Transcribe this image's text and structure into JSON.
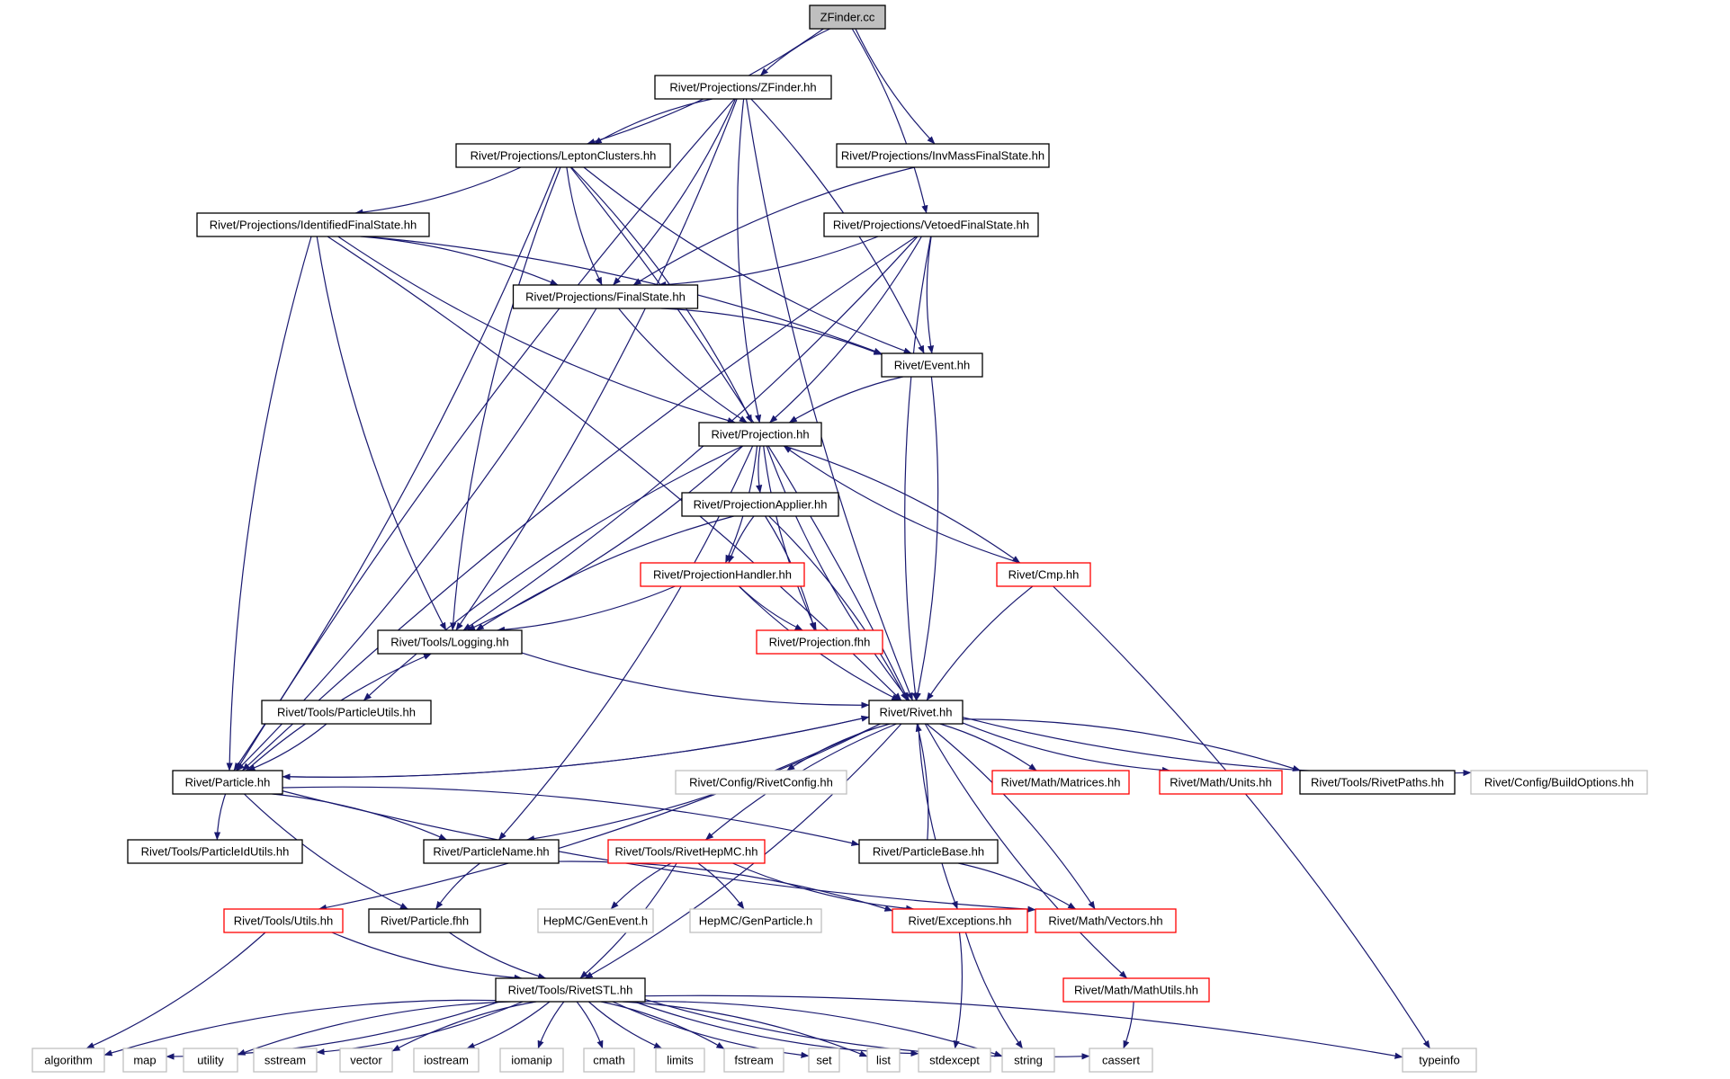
{
  "diagram": {
    "type": "include-dependency-graph",
    "colors": {
      "edge": "#191970",
      "node_default_border": "#000000",
      "node_error_border": "#ff0000",
      "node_external_border": "#bfbfbf",
      "root_fill": "#bfbfbf",
      "background": "#ffffff"
    },
    "nodes": [
      {
        "id": "zfinder_cc",
        "label": "ZFinder.cc",
        "kind": "root"
      },
      {
        "id": "zfinder_hh",
        "label": "Rivet/Projections/ZFinder.hh",
        "kind": "normal"
      },
      {
        "id": "leptonclusters",
        "label": "Rivet/Projections/LeptonClusters.hh",
        "kind": "normal"
      },
      {
        "id": "invmass",
        "label": "Rivet/Projections/InvMassFinalState.hh",
        "kind": "normal"
      },
      {
        "id": "identified",
        "label": "Rivet/Projections/IdentifiedFinalState.hh",
        "kind": "normal"
      },
      {
        "id": "vetoed",
        "label": "Rivet/Projections/VetoedFinalState.hh",
        "kind": "normal"
      },
      {
        "id": "finalstate",
        "label": "Rivet/Projections/FinalState.hh",
        "kind": "normal"
      },
      {
        "id": "event",
        "label": "Rivet/Event.hh",
        "kind": "normal"
      },
      {
        "id": "projection",
        "label": "Rivet/Projection.hh",
        "kind": "normal"
      },
      {
        "id": "projapplier",
        "label": "Rivet/ProjectionApplier.hh",
        "kind": "normal"
      },
      {
        "id": "projhandler",
        "label": "Rivet/ProjectionHandler.hh",
        "kind": "error"
      },
      {
        "id": "cmp",
        "label": "Rivet/Cmp.hh",
        "kind": "error"
      },
      {
        "id": "logging",
        "label": "Rivet/Tools/Logging.hh",
        "kind": "normal"
      },
      {
        "id": "projfhh",
        "label": "Rivet/Projection.fhh",
        "kind": "error"
      },
      {
        "id": "particleutils",
        "label": "Rivet/Tools/ParticleUtils.hh",
        "kind": "normal"
      },
      {
        "id": "rivet",
        "label": "Rivet/Rivet.hh",
        "kind": "normal"
      },
      {
        "id": "particle",
        "label": "Rivet/Particle.hh",
        "kind": "normal"
      },
      {
        "id": "rivetconfig",
        "label": "Rivet/Config/RivetConfig.hh",
        "kind": "external"
      },
      {
        "id": "matrices",
        "label": "Rivet/Math/Matrices.hh",
        "kind": "error"
      },
      {
        "id": "units",
        "label": "Rivet/Math/Units.hh",
        "kind": "error"
      },
      {
        "id": "rivetpaths",
        "label": "Rivet/Tools/RivetPaths.hh",
        "kind": "normal"
      },
      {
        "id": "buildoptions",
        "label": "Rivet/Config/BuildOptions.hh",
        "kind": "external"
      },
      {
        "id": "pidutils",
        "label": "Rivet/Tools/ParticleIdUtils.hh",
        "kind": "normal"
      },
      {
        "id": "particlename",
        "label": "Rivet/ParticleName.hh",
        "kind": "normal"
      },
      {
        "id": "rivethepmc",
        "label": "Rivet/Tools/RivetHepMC.hh",
        "kind": "error"
      },
      {
        "id": "particlebase",
        "label": "Rivet/ParticleBase.hh",
        "kind": "normal"
      },
      {
        "id": "utils",
        "label": "Rivet/Tools/Utils.hh",
        "kind": "error"
      },
      {
        "id": "particlefhh",
        "label": "Rivet/Particle.fhh",
        "kind": "normal"
      },
      {
        "id": "genevent",
        "label": "HepMC/GenEvent.h",
        "kind": "external"
      },
      {
        "id": "genparticle",
        "label": "HepMC/GenParticle.h",
        "kind": "external"
      },
      {
        "id": "exceptions",
        "label": "Rivet/Exceptions.hh",
        "kind": "error"
      },
      {
        "id": "vectors",
        "label": "Rivet/Math/Vectors.hh",
        "kind": "error"
      },
      {
        "id": "mathutils",
        "label": "Rivet/Math/MathUtils.hh",
        "kind": "error"
      },
      {
        "id": "rivetstl",
        "label": "Rivet/Tools/RivetSTL.hh",
        "kind": "normal"
      },
      {
        "id": "algorithm",
        "label": "algorithm",
        "kind": "external"
      },
      {
        "id": "map",
        "label": "map",
        "kind": "external"
      },
      {
        "id": "utility",
        "label": "utility",
        "kind": "external"
      },
      {
        "id": "sstream",
        "label": "sstream",
        "kind": "external"
      },
      {
        "id": "vector",
        "label": "vector",
        "kind": "external"
      },
      {
        "id": "iostream",
        "label": "iostream",
        "kind": "external"
      },
      {
        "id": "iomanip",
        "label": "iomanip",
        "kind": "external"
      },
      {
        "id": "cmath",
        "label": "cmath",
        "kind": "external"
      },
      {
        "id": "limits",
        "label": "limits",
        "kind": "external"
      },
      {
        "id": "fstream",
        "label": "fstream",
        "kind": "external"
      },
      {
        "id": "set",
        "label": "set",
        "kind": "external"
      },
      {
        "id": "list",
        "label": "list",
        "kind": "external"
      },
      {
        "id": "stdexcept",
        "label": "stdexcept",
        "kind": "external"
      },
      {
        "id": "string",
        "label": "string",
        "kind": "external"
      },
      {
        "id": "cassert",
        "label": "cassert",
        "kind": "external"
      },
      {
        "id": "typeinfo",
        "label": "typeinfo",
        "kind": "external"
      }
    ],
    "edges": [
      [
        "zfinder_cc",
        "zfinder_hh"
      ],
      [
        "zfinder_cc",
        "leptonclusters"
      ],
      [
        "zfinder_cc",
        "invmass"
      ],
      [
        "zfinder_cc",
        "vetoed"
      ],
      [
        "zfinder_hh",
        "leptonclusters"
      ],
      [
        "zfinder_hh",
        "finalstate"
      ],
      [
        "zfinder_hh",
        "projection"
      ],
      [
        "zfinder_hh",
        "event"
      ],
      [
        "zfinder_hh",
        "rivet"
      ],
      [
        "zfinder_hh",
        "logging"
      ],
      [
        "zfinder_hh",
        "particle"
      ],
      [
        "leptonclusters",
        "identified"
      ],
      [
        "leptonclusters",
        "finalstate"
      ],
      [
        "leptonclusters",
        "projection"
      ],
      [
        "leptonclusters",
        "event"
      ],
      [
        "leptonclusters",
        "rivet"
      ],
      [
        "leptonclusters",
        "logging"
      ],
      [
        "leptonclusters",
        "particle"
      ],
      [
        "invmass",
        "finalstate"
      ],
      [
        "identified",
        "finalstate"
      ],
      [
        "identified",
        "projection"
      ],
      [
        "identified",
        "event"
      ],
      [
        "identified",
        "logging"
      ],
      [
        "identified",
        "rivet"
      ],
      [
        "identified",
        "particle"
      ],
      [
        "vetoed",
        "finalstate"
      ],
      [
        "vetoed",
        "event"
      ],
      [
        "vetoed",
        "projection"
      ],
      [
        "vetoed",
        "rivet"
      ],
      [
        "vetoed",
        "logging"
      ],
      [
        "vetoed",
        "particle"
      ],
      [
        "finalstate",
        "event"
      ],
      [
        "finalstate",
        "projection"
      ],
      [
        "finalstate",
        "particle"
      ],
      [
        "event",
        "projection"
      ],
      [
        "event",
        "rivet"
      ],
      [
        "projection",
        "projapplier"
      ],
      [
        "projection",
        "projhandler"
      ],
      [
        "projection",
        "projfhh"
      ],
      [
        "projection",
        "logging"
      ],
      [
        "projection",
        "rivet"
      ],
      [
        "projection",
        "cmp"
      ],
      [
        "projection",
        "particleutils"
      ],
      [
        "projection",
        "particlename"
      ],
      [
        "projapplier",
        "projhandler"
      ],
      [
        "projapplier",
        "projfhh"
      ],
      [
        "projapplier",
        "logging"
      ],
      [
        "projapplier",
        "rivet"
      ],
      [
        "projhandler",
        "projfhh"
      ],
      [
        "projhandler",
        "logging"
      ],
      [
        "projhandler",
        "rivet"
      ],
      [
        "cmp",
        "projection"
      ],
      [
        "cmp",
        "rivet"
      ],
      [
        "cmp",
        "typeinfo"
      ],
      [
        "logging",
        "rivet"
      ],
      [
        "particleutils",
        "particle"
      ],
      [
        "particle",
        "rivet"
      ],
      [
        "particle",
        "logging"
      ],
      [
        "particle",
        "pidutils"
      ],
      [
        "particle",
        "particlename"
      ],
      [
        "particle",
        "particlefhh"
      ],
      [
        "particle",
        "particlebase"
      ],
      [
        "particle",
        "vectors"
      ],
      [
        "rivet",
        "particle"
      ],
      [
        "rivet",
        "rivetconfig"
      ],
      [
        "rivet",
        "matrices"
      ],
      [
        "rivet",
        "units"
      ],
      [
        "rivet",
        "rivetpaths"
      ],
      [
        "rivet",
        "buildoptions"
      ],
      [
        "rivet",
        "particlename"
      ],
      [
        "rivet",
        "rivethepmc"
      ],
      [
        "rivet",
        "utils"
      ],
      [
        "rivet",
        "exceptions"
      ],
      [
        "rivet",
        "vectors"
      ],
      [
        "rivet",
        "mathutils"
      ],
      [
        "rivet",
        "rivetstl"
      ],
      [
        "particlename",
        "particlefhh"
      ],
      [
        "particlename",
        "exceptions"
      ],
      [
        "rivethepmc",
        "genevent"
      ],
      [
        "rivethepmc",
        "genparticle"
      ],
      [
        "rivethepmc",
        "exceptions"
      ],
      [
        "rivethepmc",
        "rivetstl"
      ],
      [
        "particlebase",
        "rivet"
      ],
      [
        "particlebase",
        "vectors"
      ],
      [
        "utils",
        "rivetstl"
      ],
      [
        "utils",
        "algorithm"
      ],
      [
        "particlefhh",
        "rivetstl"
      ],
      [
        "exceptions",
        "stdexcept"
      ],
      [
        "exceptions",
        "string"
      ],
      [
        "mathutils",
        "cassert"
      ],
      [
        "rivetstl",
        "algorithm"
      ],
      [
        "rivetstl",
        "map"
      ],
      [
        "rivetstl",
        "utility"
      ],
      [
        "rivetstl",
        "sstream"
      ],
      [
        "rivetstl",
        "vector"
      ],
      [
        "rivetstl",
        "iostream"
      ],
      [
        "rivetstl",
        "iomanip"
      ],
      [
        "rivetstl",
        "cmath"
      ],
      [
        "rivetstl",
        "limits"
      ],
      [
        "rivetstl",
        "fstream"
      ],
      [
        "rivetstl",
        "set"
      ],
      [
        "rivetstl",
        "list"
      ],
      [
        "rivetstl",
        "stdexcept"
      ],
      [
        "rivetstl",
        "string"
      ],
      [
        "rivetstl",
        "cassert"
      ],
      [
        "rivetstl",
        "typeinfo"
      ]
    ]
  }
}
